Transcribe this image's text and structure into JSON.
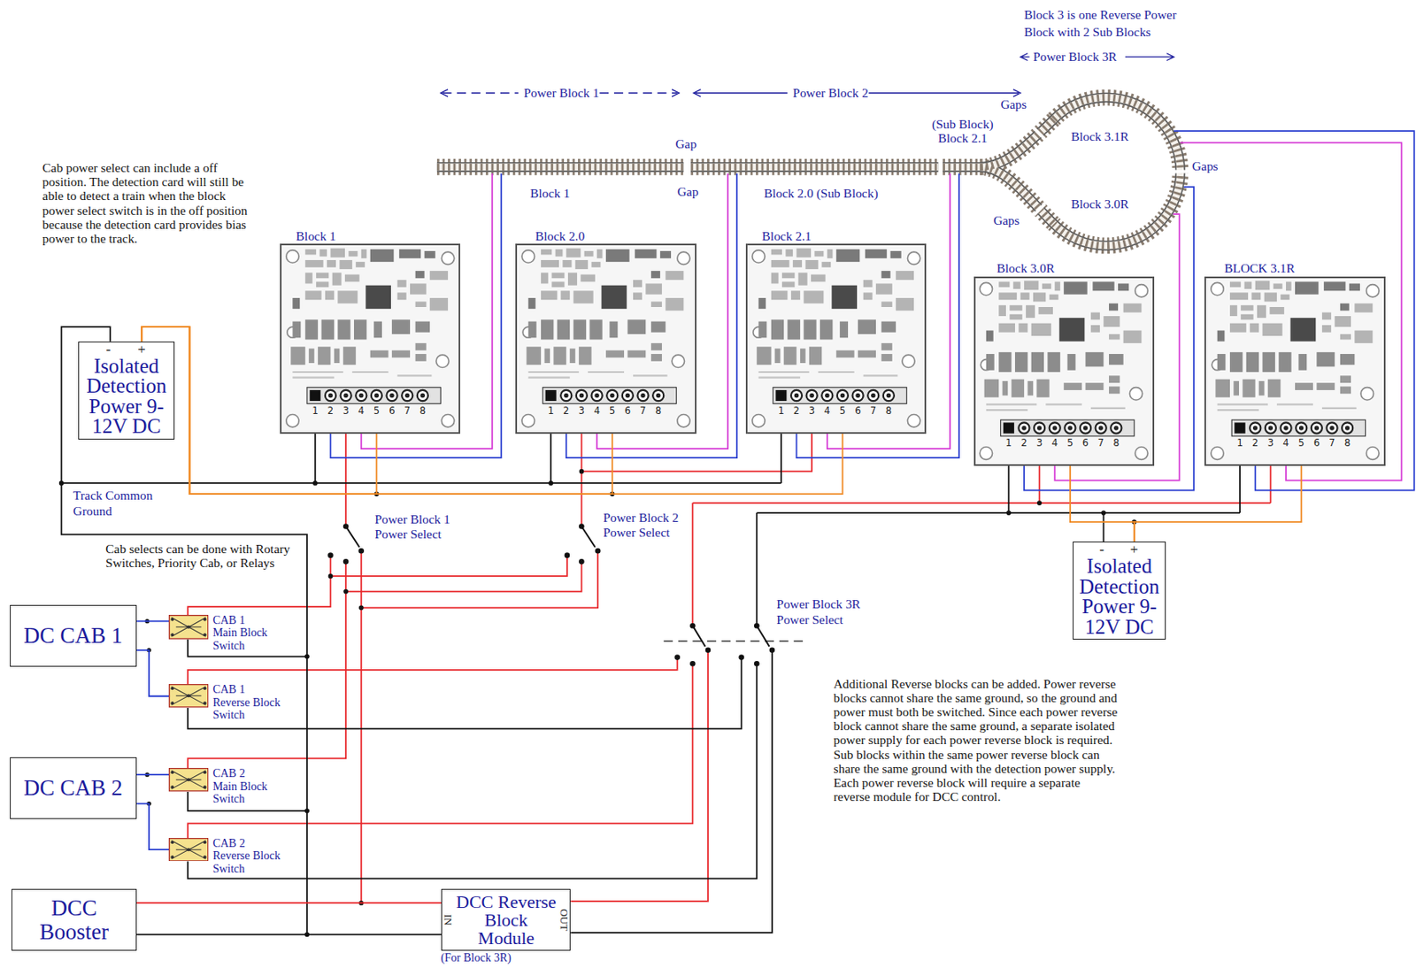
{
  "diagram": {
    "nodes": [
      {
        "text": [
          "Block 1",
          "1",
          "2",
          "3",
          "4",
          "5",
          "6",
          "7",
          "8"
        ]
      },
      {
        "text": [
          "Block 2.0",
          "1",
          "2",
          "3",
          "4",
          "5",
          "6",
          "7",
          "8"
        ]
      },
      {
        "text": [
          "Block 2.1",
          "1",
          "2",
          "3",
          "4",
          "5",
          "6",
          "7",
          "8"
        ]
      },
      {
        "text": [
          "Block 3.0R",
          "1",
          "2",
          "3",
          "4",
          "5",
          "6",
          "7",
          "8"
        ]
      },
      {
        "text": [
          "BLOCK 3.1R",
          "1",
          "2",
          "3",
          "4",
          "5",
          "6",
          "7",
          "8"
        ]
      },
      {
        "text": [
          "-",
          "+",
          "Isolated Detection Power 9-12V DC"
        ]
      },
      {
        "text": [
          "-",
          "+",
          "Isolated Detection Power 9-12V DC"
        ]
      },
      {
        "text": [
          "DC CAB 1"
        ]
      },
      {
        "text": [
          "CAB 1 Main Block Switch"
        ]
      },
      {
        "text": [
          "CAB 1 Reverse Block Switch"
        ]
      },
      {
        "text": [
          "DC CAB 2"
        ]
      },
      {
        "text": [
          "CAB 2 Main Block Switch"
        ]
      },
      {
        "text": [
          "CAB 2 Reverse Block Switch"
        ]
      },
      {
        "text": [
          "DCC Booster"
        ]
      },
      {
        "text": [
          "IN",
          "DCC Reverse Block Module",
          "OUT",
          "(For Block 3R)"
        ]
      }
    ],
    "edges": [
      {
        "from": 7,
        "to": 8,
        "arrow": "none"
      },
      {
        "from": 7,
        "to": 9,
        "arrow": "none"
      },
      {
        "from": 10,
        "to": 11,
        "arrow": "none"
      },
      {
        "from": 10,
        "to": 12,
        "arrow": "none"
      },
      {
        "from": 13,
        "to": 14,
        "arrow": "none"
      },
      {
        "from": 13,
        "to": 14,
        "arrow": "none"
      },
      {
        "from": 5,
        "to": 0,
        "arrow": "none"
      },
      {
        "from": 5,
        "to": 1,
        "arrow": "none"
      },
      {
        "from": 5,
        "to": 2,
        "arrow": "none"
      },
      {
        "from": 6,
        "to": 3,
        "arrow": "none"
      },
      {
        "from": 6,
        "to": 4,
        "arrow": "none"
      }
    ],
    "labels": [
      "Block 3 is one Reverse Power Block with 2 Sub Blocks",
      "Power Block 3R",
      "Power Block 1",
      "Power Block 2",
      "Gaps",
      "(Sub Block) Block 2.1",
      "Block 3.1R",
      "Gap",
      "Gaps",
      "Block 1",
      "Gap",
      "Block 2.0 (Sub Block)",
      "Block 3.0R",
      "Gaps",
      "Cab power select can include a off position. The detection card will still be able to detect a train when the block power select switch is in the off position because the detection card provides bias power to the track.",
      "Track Common Ground",
      "Power Block 1 Power Select",
      "Power Block 2 Power Select",
      "Cab selects can be done with Rotary Switches, Priority Cab, or Relays",
      "Power Block 3R Power Select",
      "Additional Reverse blocks can be added. Power reverse blocks cannot share the same ground, so the ground and power must both be switched. Since each power reverse block cannot share the same ground, a separate isolated power supply for each power reverse block is required. Sub blocks within the same power reverse block can share the same ground with the detection power supply. Each power reverse block will require a separate reverse module for DCC control."
    ]
  }
}
